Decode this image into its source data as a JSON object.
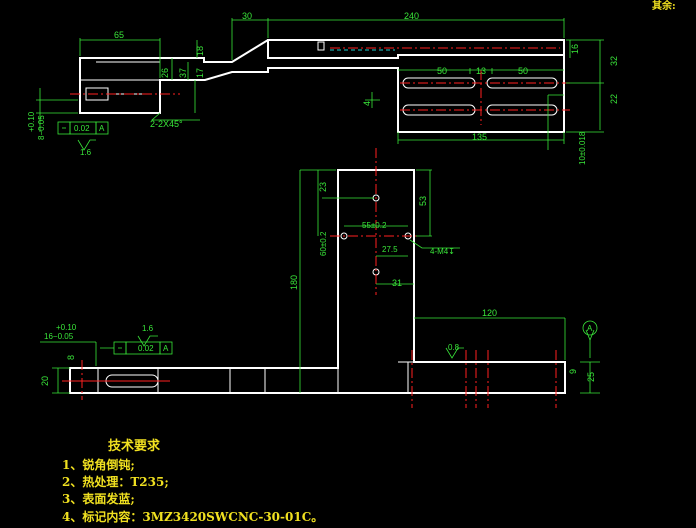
{
  "corner_label": "其余:",
  "top_view": {
    "dims": {
      "d30": "30",
      "d240": "240",
      "d65": "65",
      "d18": "18",
      "d16": "16",
      "d26": "26",
      "d37": "37",
      "d17": "17",
      "d50a": "50",
      "d13": "13",
      "d50b": "50",
      "d32": "32",
      "d22": "22",
      "d135": "135",
      "d4": "4",
      "d10tol": "10±0.018",
      "tol_plus": "+0.10",
      "tol_minus": "8−0.05",
      "flat_val": "0.02",
      "flat_ref": "A",
      "rough": "1.6",
      "chamfer": "2-2X45°"
    }
  },
  "front_view": {
    "dims": {
      "d23": "23",
      "d53": "53",
      "d55": "55±0.2",
      "d60": "60±0.2",
      "d275": "27.5",
      "d31": "31",
      "d180": "180",
      "d120": "120",
      "hole_note": "4-M4↧",
      "rough08": "0.8",
      "d9": "9",
      "d25": "25",
      "d20": "20",
      "d8": "8",
      "tol_plus": "+0.10",
      "tol_minus": "16−0.05",
      "rough16": "1.6",
      "flat_val": "0.02",
      "flat_ref": "A",
      "datum": "A"
    }
  },
  "notes": {
    "title": "技术要求",
    "items": [
      "1、锐角倒钝;",
      "2、热处理：T235;",
      "3、表面发蓝;",
      "4、标记内容：3MZ3420SWCNC-30-01C。"
    ]
  }
}
